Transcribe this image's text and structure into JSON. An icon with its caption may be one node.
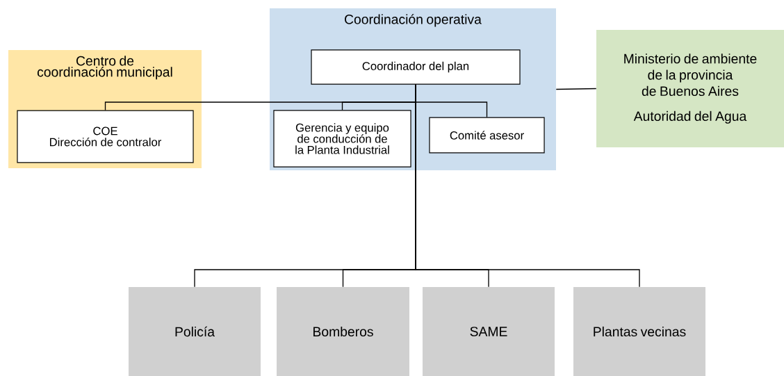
{
  "diagram": {
    "nodes": [
      {
        "text": [
          "Centro de coordinación municipal"
        ]
      },
      {
        "text": [
          "COE",
          "Dirección de contralor"
        ],
        "in": 0
      },
      {
        "text": [
          "Coordinación operativa"
        ]
      },
      {
        "text": [
          "Coordinador del plan"
        ],
        "in": 2
      },
      {
        "text": [
          "Gerencia y equipo de conducción de la Planta Industrial"
        ],
        "in": 2
      },
      {
        "text": [
          "Comité asesor"
        ],
        "in": 2
      },
      {
        "text": [
          "Ministerio de ambiente de la provincia de Buenos Aires",
          "Autoridad del Agua"
        ]
      },
      {
        "text": [
          "Policía"
        ]
      },
      {
        "text": [
          "Bomberos"
        ]
      },
      {
        "text": [
          "SAME"
        ]
      },
      {
        "text": [
          "Plantas vecinas"
        ]
      }
    ],
    "edges": [
      {
        "from": 3,
        "to": 1,
        "arrow": "none"
      },
      {
        "from": 3,
        "to": 4,
        "arrow": "none"
      },
      {
        "from": 3,
        "to": 5,
        "arrow": "none"
      },
      {
        "from": 2,
        "to": 6,
        "arrow": "none"
      },
      {
        "from": 3,
        "to": 7,
        "arrow": "none"
      },
      {
        "from": 3,
        "to": 8,
        "arrow": "none"
      },
      {
        "from": 3,
        "to": 9,
        "arrow": "none"
      },
      {
        "from": 3,
        "to": 10,
        "arrow": "none"
      }
    ]
  }
}
